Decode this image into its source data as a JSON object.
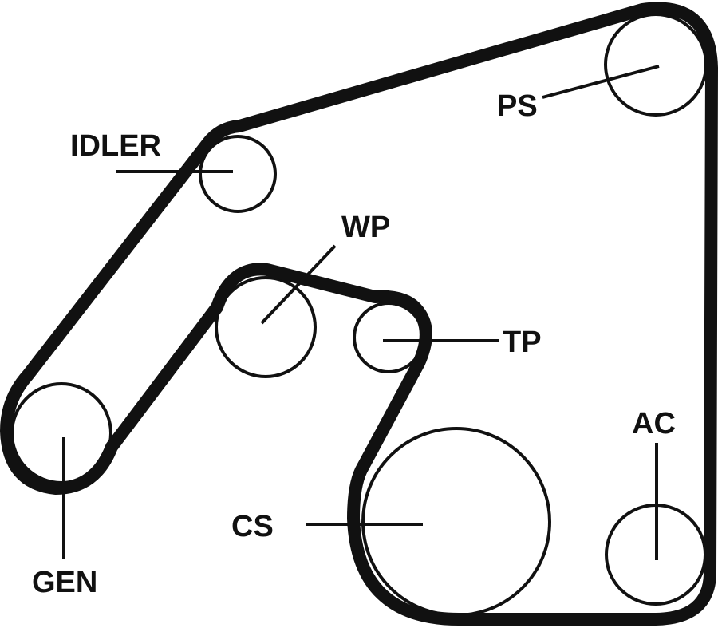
{
  "diagram": {
    "type": "serpentine-belt-routing",
    "colors": {
      "belt": "#111111",
      "pulley": "#111111",
      "background": "#ffffff"
    },
    "pulleys": [
      {
        "id": "ps",
        "label": "PS"
      },
      {
        "id": "idler",
        "label": "IDLER"
      },
      {
        "id": "wp",
        "label": "WP"
      },
      {
        "id": "tp",
        "label": "TP"
      },
      {
        "id": "ac",
        "label": "AC"
      },
      {
        "id": "cs",
        "label": "CS"
      },
      {
        "id": "gen",
        "label": "GEN"
      }
    ]
  }
}
